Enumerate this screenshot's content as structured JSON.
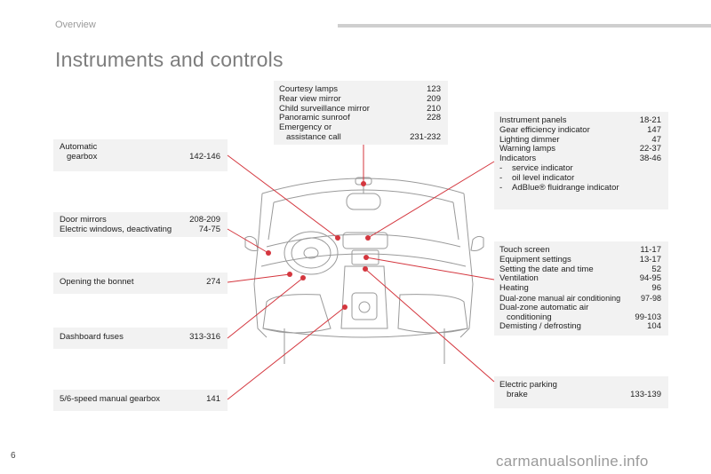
{
  "header": {
    "section": "Overview",
    "title": "Instruments and controls"
  },
  "boxes": {
    "automatic_gearbox": {
      "label1": "Automatic",
      "label2": "gearbox",
      "pages": "142-146"
    },
    "mirrors": [
      {
        "label": "Door mirrors",
        "pages": "208-209"
      },
      {
        "label": "Electric windows, deactivating",
        "pages": "74-75"
      }
    ],
    "bonnet": {
      "label": "Opening the bonnet",
      "pages": "274"
    },
    "fuses": {
      "label": "Dashboard fuses",
      "pages": "313-316"
    },
    "manual_gearbox": {
      "label": "5/6-speed manual gearbox",
      "pages": "141"
    },
    "courtesy": [
      {
        "label": "Courtesy lamps",
        "pages": "123"
      },
      {
        "label": "Rear view mirror",
        "pages": "209"
      },
      {
        "label": "Child surveillance mirror",
        "pages": "210"
      },
      {
        "label": "Panoramic sunroof",
        "pages": "228"
      }
    ],
    "emergency": {
      "label1": "Emergency or",
      "label2": "assistance call",
      "pages": "231-232"
    },
    "instruments": [
      {
        "label": "Instrument panels",
        "pages": "18-21"
      },
      {
        "label": "Gear efficiency indicator",
        "pages": "147"
      },
      {
        "label": "Lighting dimmer",
        "pages": "47"
      },
      {
        "label": "Warning lamps",
        "pages": "22-37"
      },
      {
        "label": "Indicators",
        "pages": "38-46"
      }
    ],
    "indicators_sub": [
      {
        "bullet": "-",
        "label": "service indicator"
      },
      {
        "bullet": "-",
        "label": "oil level indicator"
      },
      {
        "bullet": "-",
        "label": "AdBlue® fluidrange indicator"
      }
    ],
    "touch": [
      {
        "label": "Touch screen",
        "pages": "11-17"
      },
      {
        "label": "Equipment settings",
        "pages": "13-17"
      },
      {
        "label": "Setting the date and time",
        "pages": "52"
      },
      {
        "label": "Ventilation",
        "pages": "94-95"
      },
      {
        "label": "Heating",
        "pages": "96"
      },
      {
        "label": "Dual-zone manual air conditioning",
        "pages": "97-98"
      }
    ],
    "dualzone_auto": {
      "label1": "Dual-zone automatic air",
      "label2": "conditioning",
      "pages": "99-103"
    },
    "demisting": {
      "label": "Demisting / defrosting",
      "pages": "104"
    },
    "parking": {
      "label1": "Electric parking",
      "label2": "brake",
      "pages": "133-139"
    }
  },
  "footer": {
    "page_number": "6",
    "watermark": "carmanualsonline.info"
  },
  "colors": {
    "accent_line": "#d4363e",
    "box_bg": "#f2f2f2",
    "title": "#7d7d7d"
  }
}
